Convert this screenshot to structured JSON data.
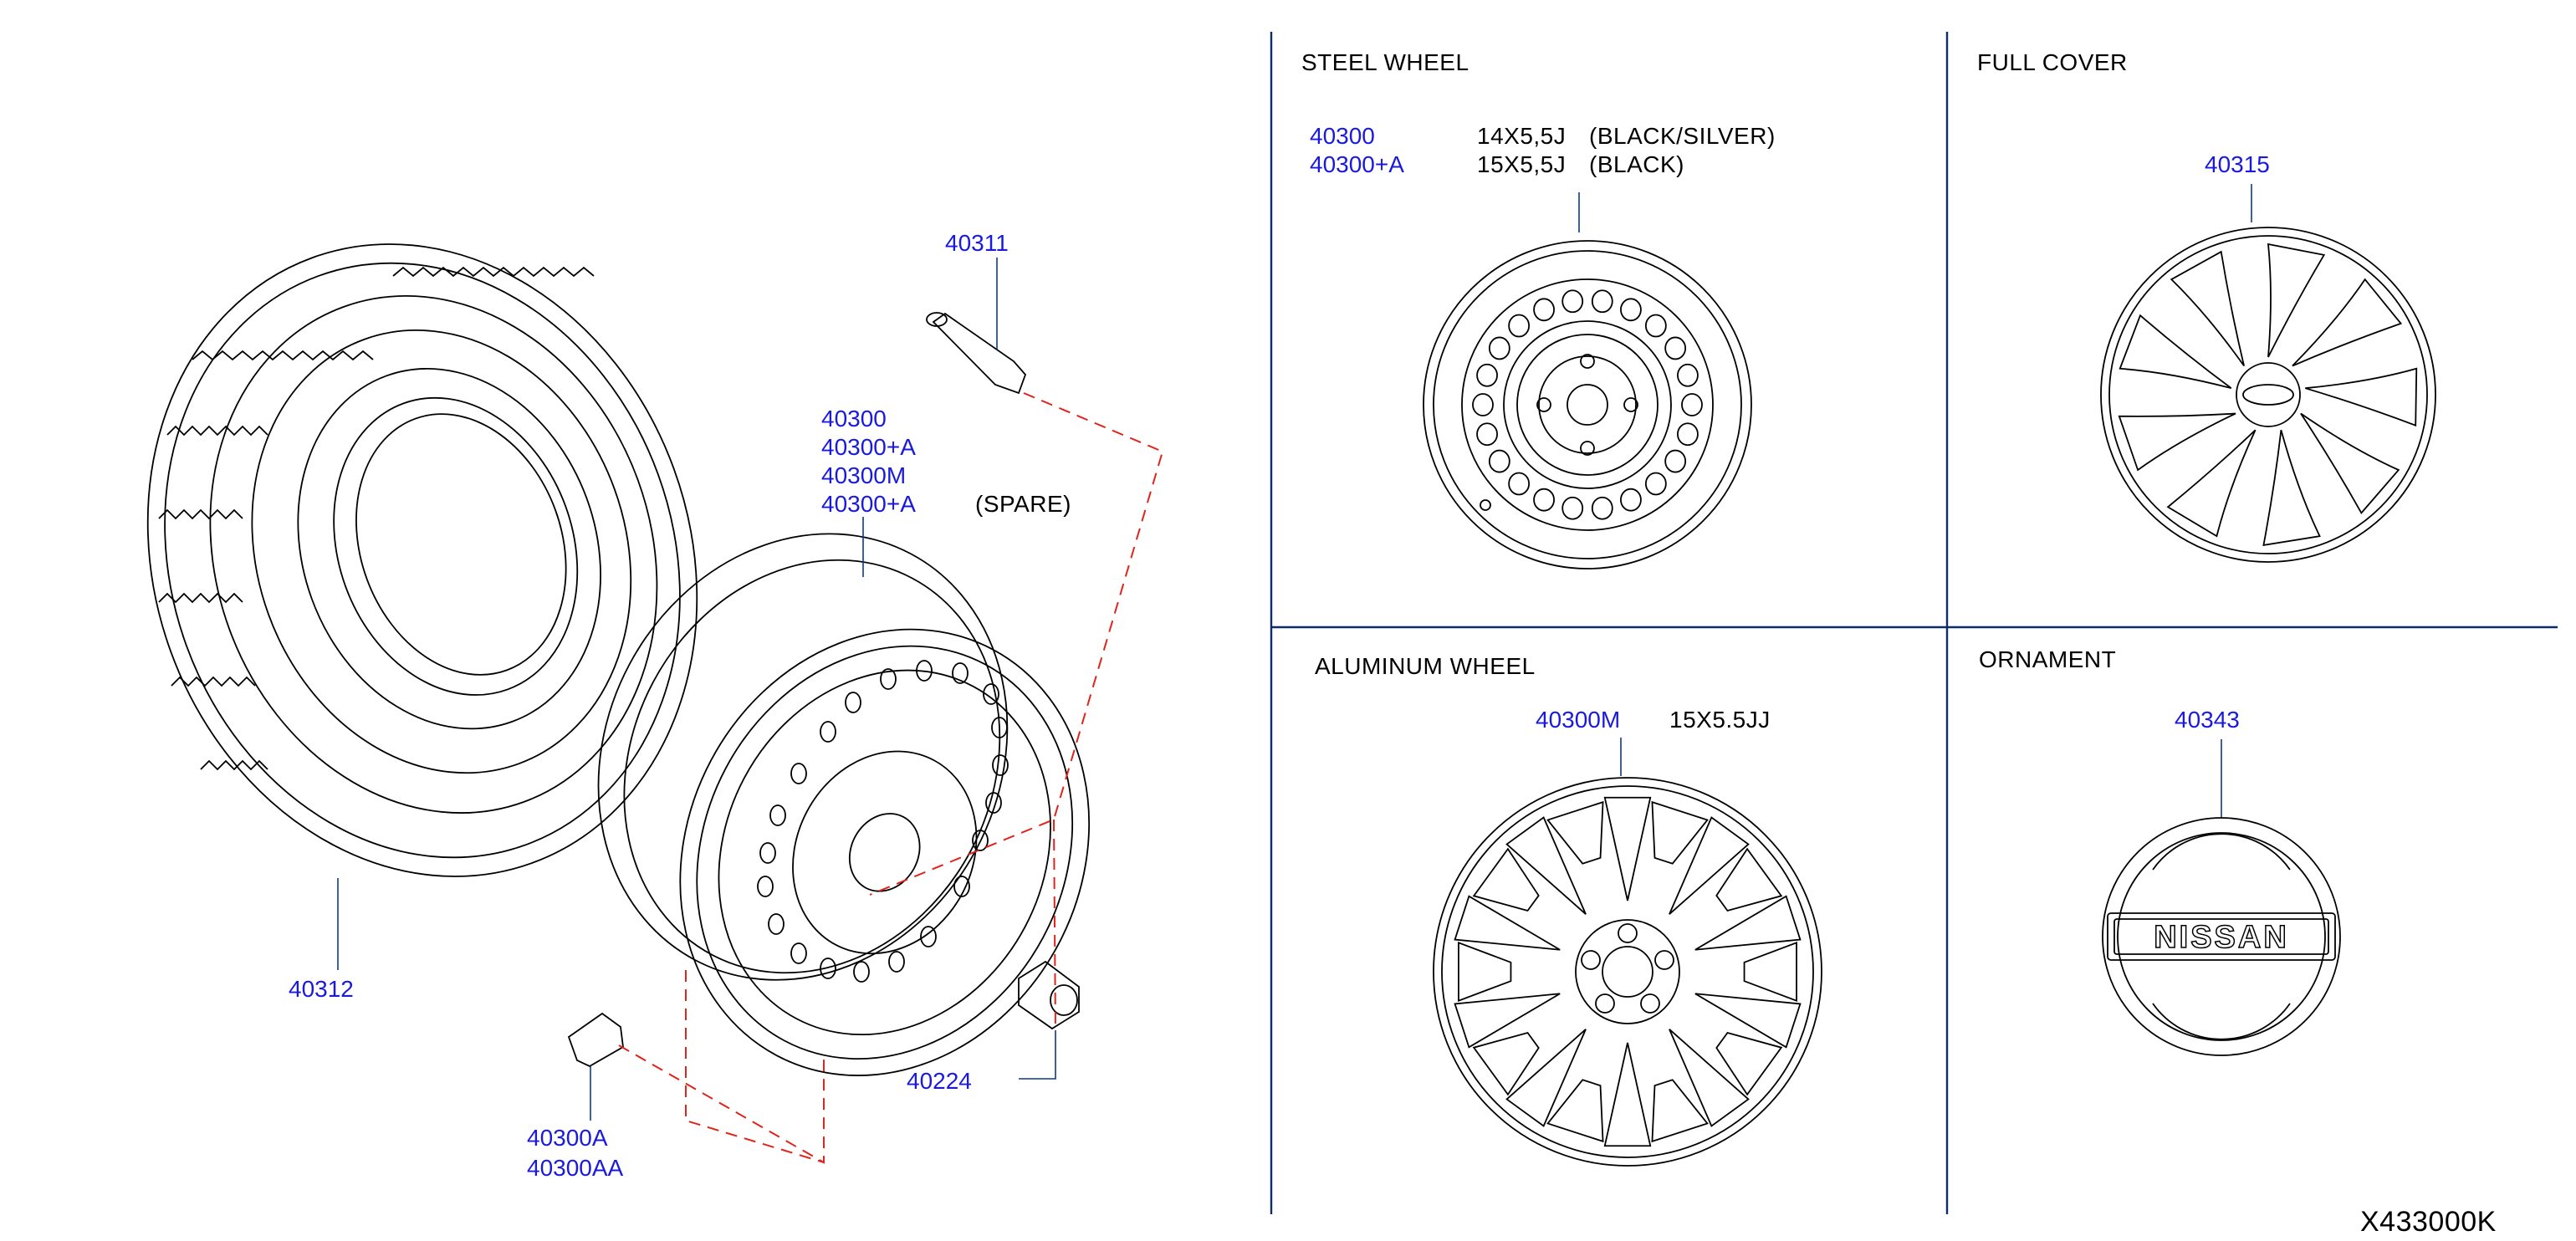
{
  "colors": {
    "part_number": "#1a1adf",
    "text": "#000000",
    "dashed_leader": "#e0241b",
    "frame": "#0c2c6a"
  },
  "main": {
    "tire": {
      "part": "40312"
    },
    "valve": {
      "part": "40311"
    },
    "spare_wheel": {
      "parts": [
        "40300",
        "40300+A",
        "40300M",
        "40300+A"
      ],
      "note": "(SPARE)"
    },
    "nut": {
      "part": "40224"
    },
    "weight": {
      "parts": [
        "40300A",
        "40300AA"
      ]
    }
  },
  "steel_wheel": {
    "title": "STEEL   WHEEL",
    "rows": [
      {
        "part": "40300",
        "size": "14X5,5J",
        "note": "(BLACK/SILVER)"
      },
      {
        "part": "40300+A",
        "size": "15X5,5J",
        "note": "(BLACK)"
      }
    ]
  },
  "full_cover": {
    "title": "FULL   COVER",
    "part": "40315"
  },
  "aluminum_wheel": {
    "title": "ALUMINUM   WHEEL",
    "part": "40300M",
    "size": "15X5.5JJ"
  },
  "ornament": {
    "title": "ORNAMENT",
    "part": "40343",
    "logo_text": "NISSAN"
  },
  "diagram_code": "X433000K"
}
